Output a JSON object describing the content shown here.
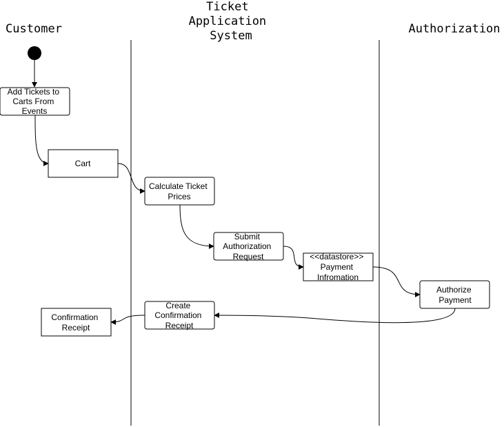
{
  "lanes": {
    "customer": "Customer",
    "ticket_system": [
      "Ticket",
      "Application",
      "System"
    ],
    "authorization": "Authorization"
  },
  "nodes": {
    "add_tickets": [
      "Add Tickets to",
      "Carts From",
      "Events"
    ],
    "cart": [
      "Cart"
    ],
    "calculate_prices": [
      "Calculate Ticket",
      "Prices"
    ],
    "submit_auth": [
      "Submit",
      "Authorization",
      "Request"
    ],
    "payment_info": [
      "<<datastore>>",
      "Payment",
      "Infromation"
    ],
    "authorize_payment": [
      "Authorize",
      "Payment"
    ],
    "create_receipt": [
      "Create",
      "Confirmation",
      "Receipt"
    ],
    "confirmation_receipt": [
      "Confirmation",
      "Receipt"
    ]
  }
}
